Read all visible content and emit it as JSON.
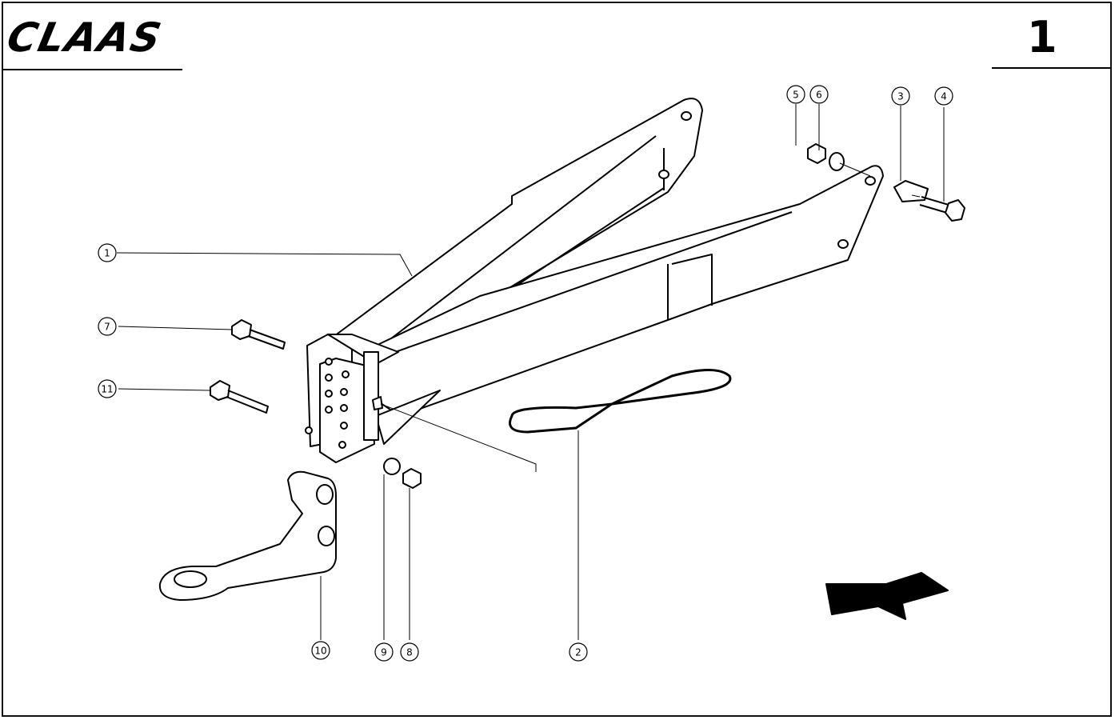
{
  "header": {
    "brand": "CLAAS",
    "page_number": "1"
  },
  "callouts": [
    {
      "id": "c1",
      "label": "1"
    },
    {
      "id": "c2",
      "label": "2"
    },
    {
      "id": "c3",
      "label": "3"
    },
    {
      "id": "c4",
      "label": "4"
    },
    {
      "id": "c5",
      "label": "5"
    },
    {
      "id": "c6",
      "label": "6"
    },
    {
      "id": "c7",
      "label": "7"
    },
    {
      "id": "c8",
      "label": "8"
    },
    {
      "id": "c9",
      "label": "9"
    },
    {
      "id": "c10",
      "label": "10"
    },
    {
      "id": "c11",
      "label": "11"
    }
  ]
}
